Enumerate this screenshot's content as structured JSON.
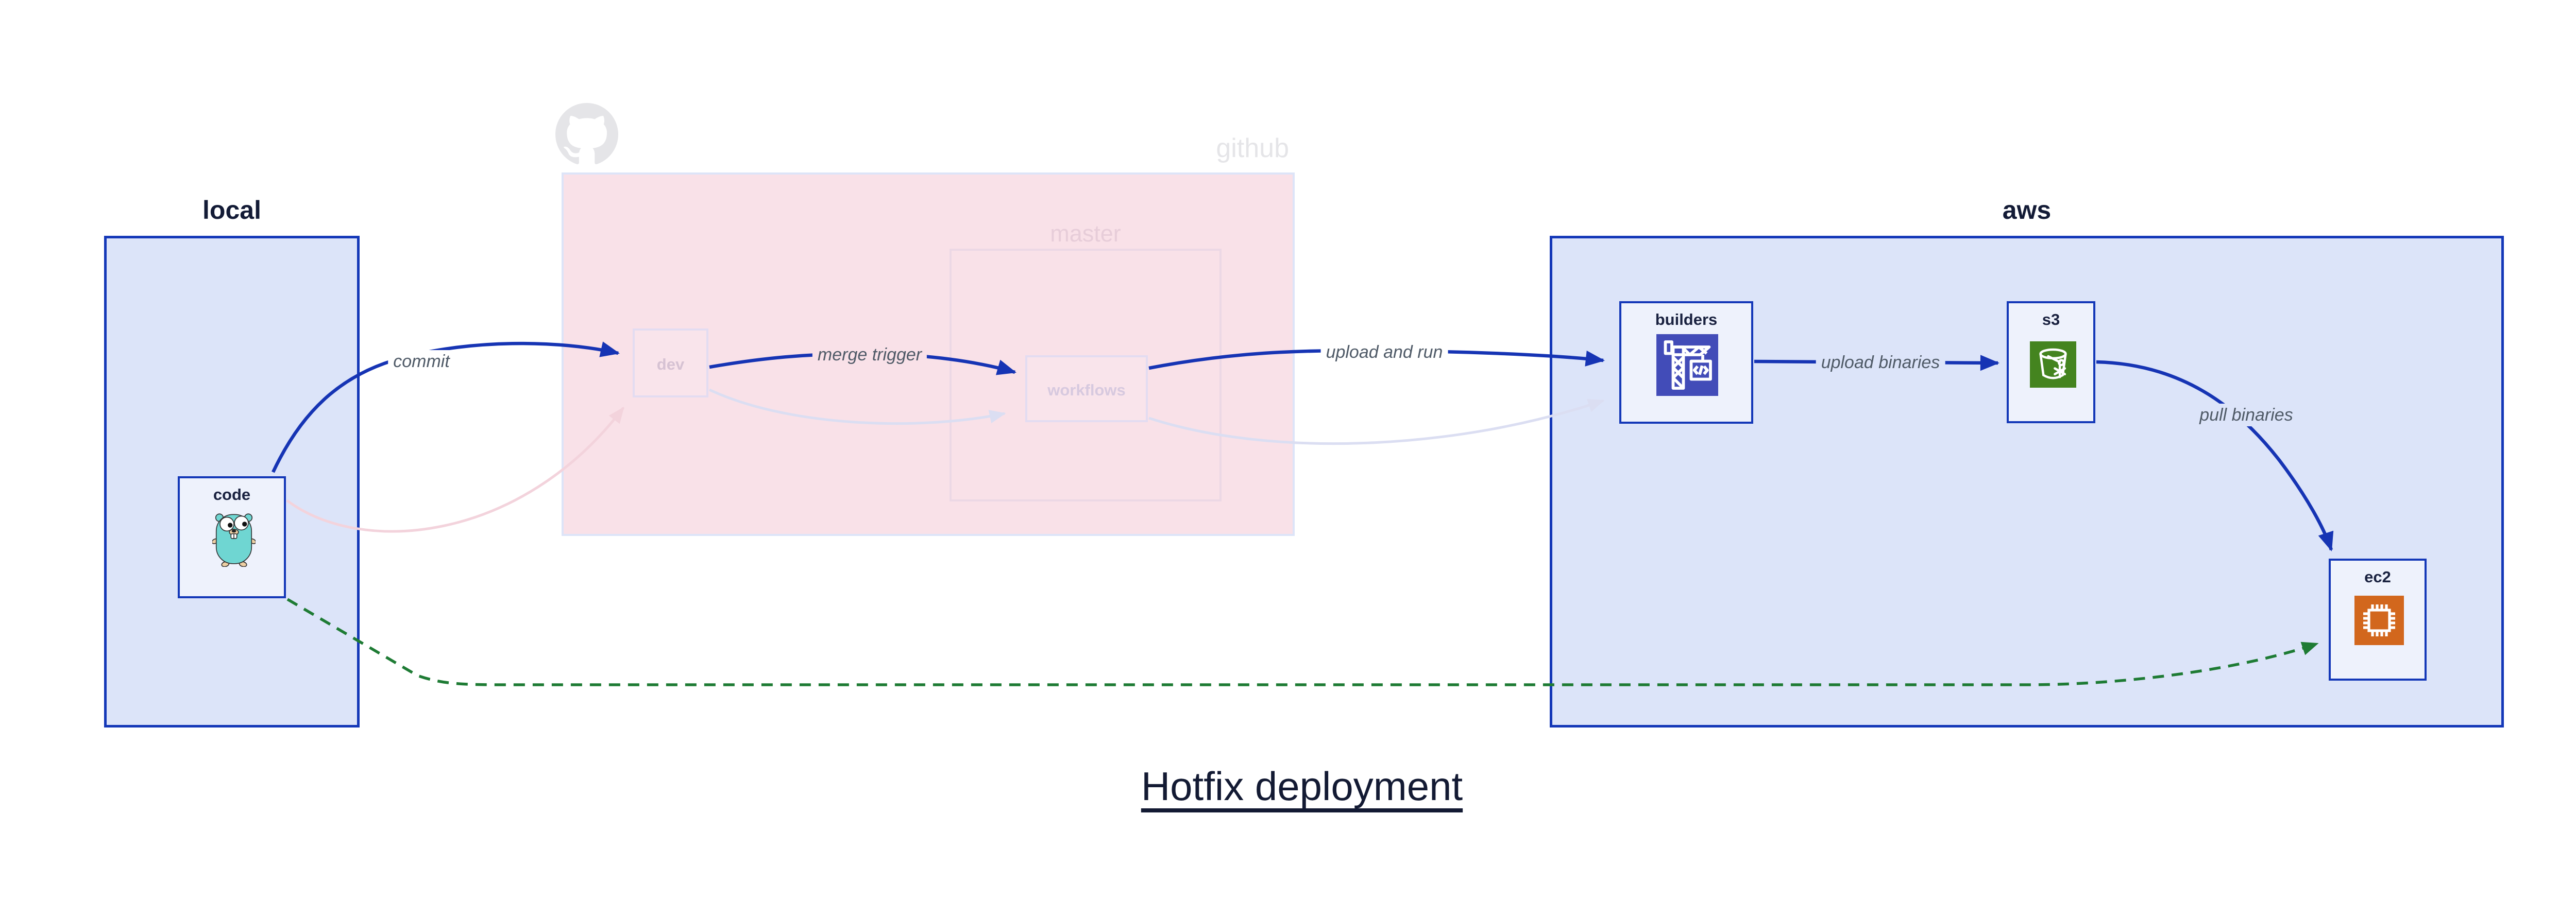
{
  "title": "Hotfix deployment",
  "groups": {
    "local": {
      "label": "local"
    },
    "github": {
      "label": "github",
      "icon": "github-octocat-icon",
      "master": {
        "label": "master"
      }
    },
    "aws": {
      "label": "aws"
    }
  },
  "nodes": {
    "code": {
      "label": "code",
      "icon": "go-gopher-icon"
    },
    "dev": {
      "label": "dev"
    },
    "workflows": {
      "label": "workflows"
    },
    "builders": {
      "label": "builders",
      "icon": "aws-codebuild-icon"
    },
    "s3": {
      "label": "s3",
      "icon": "aws-s3-bucket-icon"
    },
    "ec2": {
      "label": "ec2",
      "icon": "aws-ec2-chip-icon"
    }
  },
  "edges": {
    "commit": {
      "label": "commit",
      "from": "code",
      "to": "dev",
      "style": "solid-blue"
    },
    "commit_faded": {
      "label": "",
      "from": "code",
      "to": "dev",
      "style": "faded-pink"
    },
    "merge_trigger": {
      "label": "merge trigger",
      "from": "dev",
      "to": "workflows",
      "style": "solid-blue"
    },
    "dev_workflows_faded": {
      "label": "",
      "from": "dev",
      "to": "workflows",
      "style": "faded-lavender"
    },
    "upload_and_run": {
      "label": "upload and run",
      "from": "workflows",
      "to": "builders",
      "style": "solid-blue"
    },
    "workflows_builders_faded": {
      "label": "",
      "from": "workflows",
      "to": "builders",
      "style": "faded-lavender"
    },
    "upload_binaries": {
      "label": "upload binaries",
      "from": "builders",
      "to": "s3",
      "style": "solid-blue"
    },
    "pull_binaries": {
      "label": "pull binaries",
      "from": "s3",
      "to": "ec2",
      "style": "solid-blue"
    },
    "hotfix": {
      "label": "",
      "from": "code",
      "to": "ec2",
      "style": "dashed-green"
    }
  },
  "colors": {
    "canvas_bg": "#ffffff",
    "group_fill": "#dce4f9",
    "group_border": "#1438b8",
    "node_fill": "#eef2fc",
    "dark_text": "#131b36",
    "edge_blue": "#1634b4",
    "edge_label_text": "#4f5a67",
    "github_fill": "#f9e1e8",
    "github_border": "#dde4f8",
    "faded_node_border": "#e3dcf1",
    "faded_text_pink": "#d6c2d3",
    "faded_text_lavender": "#d7c9df",
    "master_border": "#ecd8e5",
    "master_text": "#e7cdd9",
    "github_watermark": "#e5e5e8",
    "edge_pink": "#f3d3dc",
    "edge_lavender": "#dbdef2",
    "edge_green": "#1e7b34",
    "codebuild_bg": "#424cb8",
    "s3_bg": "#44841f",
    "ec2_bg": "#d2671d",
    "gopher_body": "#6fd6d2",
    "title_text": "#131a33"
  }
}
